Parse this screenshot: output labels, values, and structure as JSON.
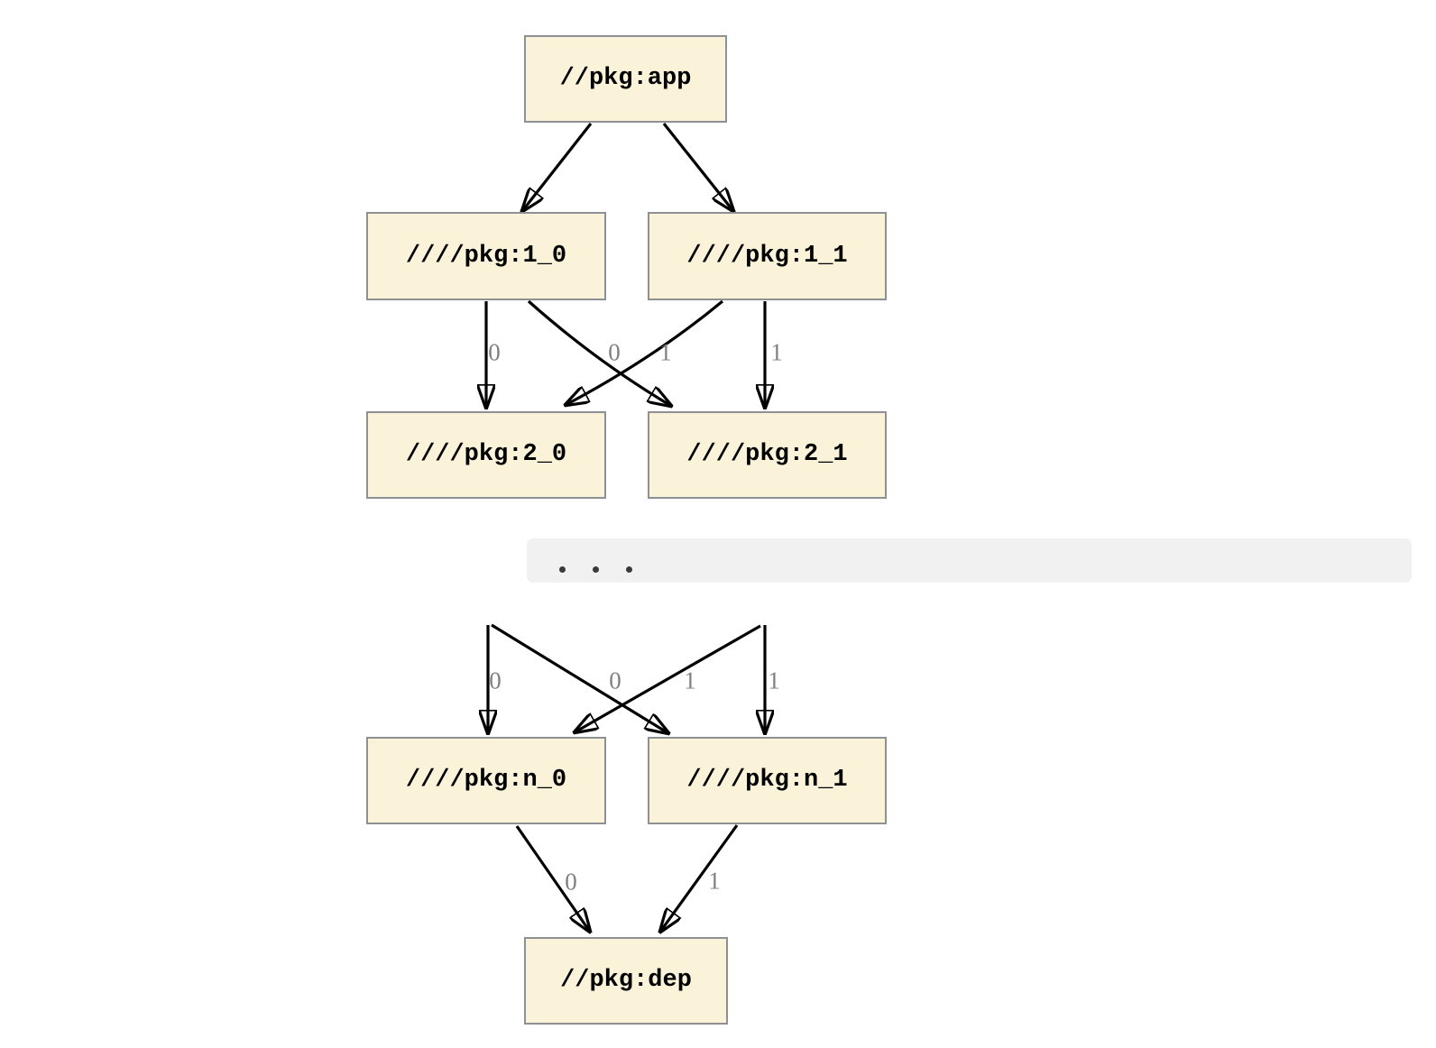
{
  "diagram": {
    "type": "dependency-graph",
    "nodes": [
      {
        "id": "app",
        "label": "//pkg:app"
      },
      {
        "id": "1_0",
        "label": "////pkg:1_0"
      },
      {
        "id": "1_1",
        "label": "////pkg:1_1"
      },
      {
        "id": "2_0",
        "label": "////pkg:2_0"
      },
      {
        "id": "2_1",
        "label": "////pkg:2_1"
      },
      {
        "id": "n_0",
        "label": "////pkg:n_0"
      },
      {
        "id": "n_1",
        "label": "////pkg:n_1"
      },
      {
        "id": "dep",
        "label": "//pkg:dep"
      }
    ],
    "edges": [
      {
        "from": "//pkg:app",
        "to": "////pkg:1_0",
        "label": ""
      },
      {
        "from": "//pkg:app",
        "to": "////pkg:1_1",
        "label": ""
      },
      {
        "from": "////pkg:1_0",
        "to": "////pkg:2_0",
        "label": "0"
      },
      {
        "from": "////pkg:1_0",
        "to": "////pkg:2_1",
        "label": "1"
      },
      {
        "from": "////pkg:1_1",
        "to": "////pkg:2_0",
        "label": "0"
      },
      {
        "from": "////pkg:1_1",
        "to": "////pkg:2_1",
        "label": "1"
      },
      {
        "from": "…",
        "to": "////pkg:n_0",
        "label": "0"
      },
      {
        "from": "…",
        "to": "////pkg:n_1",
        "label": "1"
      },
      {
        "from": "…",
        "to": "////pkg:n_0",
        "label": "0"
      },
      {
        "from": "…",
        "to": "////pkg:n_1",
        "label": "1"
      },
      {
        "from": "////pkg:n_0",
        "to": "//pkg:dep",
        "label": "0"
      },
      {
        "from": "////pkg:n_1",
        "to": "//pkg:dep",
        "label": "1"
      }
    ],
    "ellipsis": ". . .",
    "colors": {
      "background": "#ffffff",
      "node_fill": "#faf3d9",
      "node_border": "#8e9193",
      "node_text": "#000000",
      "edge": "#000000",
      "edge_label": "#808080",
      "ellipsis_bg": "#f1f1f1",
      "ellipsis_dot": "#3a3a3a"
    }
  }
}
